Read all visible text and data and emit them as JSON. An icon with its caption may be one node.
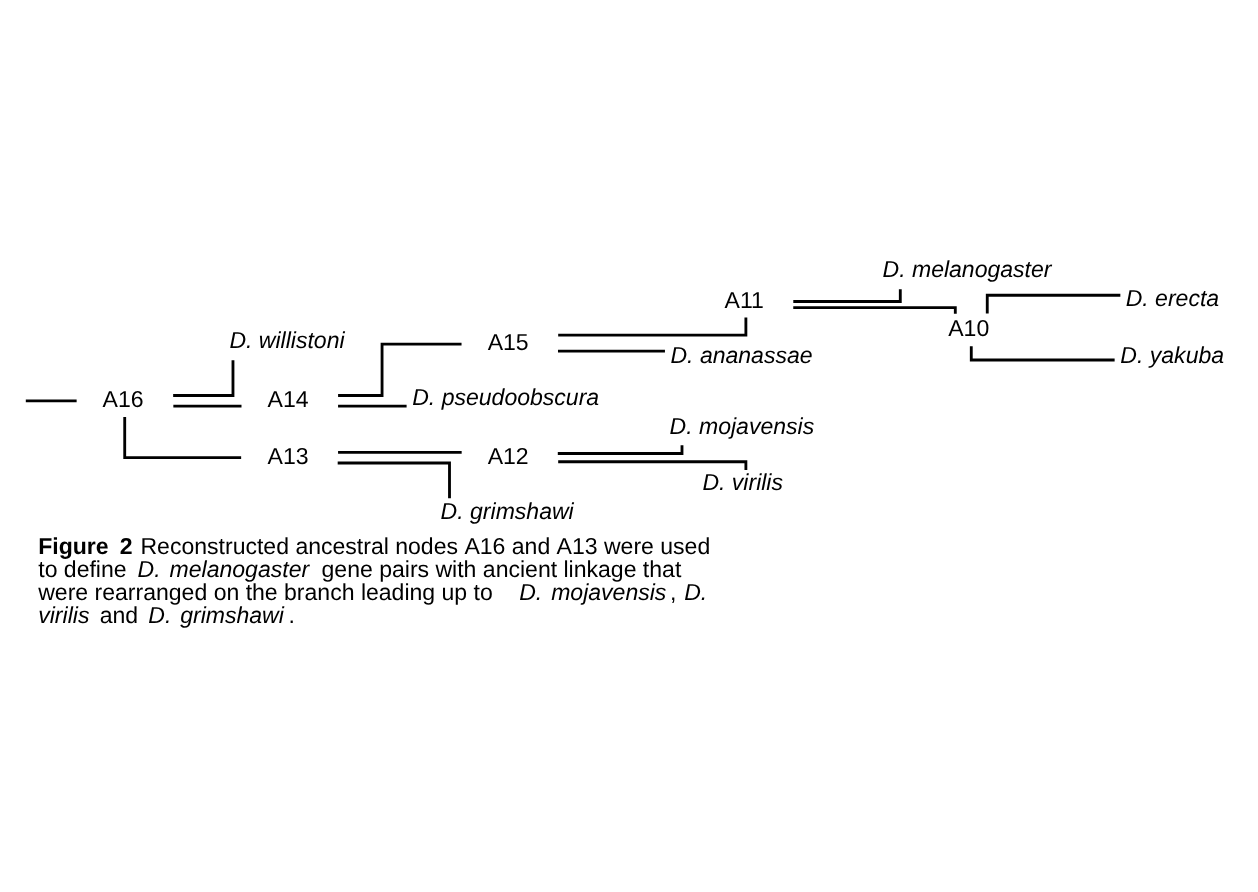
{
  "diagram": {
    "caption": "**Figure 2** Reconstructed ancestral nodes A16 and A13 were used to define *D. melanogaster* gene pairs with ancient linkage that were rearranged on the branch leading up to *D. mojavensis*, *D. virilis* and *D. grimshawi*.",
    "nodes": [
      {
        "text": [
          "D. willistoni"
        ]
      },
      {
        "text": [
          "D. melanogaster"
        ]
      },
      {
        "text": [
          "A11"
        ]
      },
      {
        "text": [
          "D. erecta"
        ]
      },
      {
        "text": [
          "A10"
        ]
      },
      {
        "text": [
          "D. yakuba"
        ]
      },
      {
        "text": [
          "A15"
        ]
      },
      {
        "text": [
          "A16"
        ]
      },
      {
        "text": [
          "A14"
        ]
      },
      {
        "text": [
          "D. ananassae"
        ]
      },
      {
        "text": [
          "D. pseudoobscura"
        ]
      },
      {
        "text": [
          "D. mojavensis"
        ]
      },
      {
        "text": [
          "A12"
        ]
      },
      {
        "text": [
          "D. virilis"
        ]
      },
      {
        "text": [
          "A13"
        ]
      },
      {
        "text": [
          "D. grimshawi"
        ]
      }
    ],
    "edges": [
      {
        "from": null,
        "to": 7,
        "arrow": "none"
      },
      {
        "from": 7,
        "to": 0,
        "arrow": "none"
      },
      {
        "from": 7,
        "to": 8,
        "arrow": "none"
      },
      {
        "from": 7,
        "to": 14,
        "arrow": "none"
      },
      {
        "from": 8,
        "to": 6,
        "arrow": "none"
      },
      {
        "from": 8,
        "to": 10,
        "arrow": "none"
      },
      {
        "from": 6,
        "to": 2,
        "arrow": "none"
      },
      {
        "from": 6,
        "to": 9,
        "arrow": "none"
      },
      {
        "from": 2,
        "to": 1,
        "arrow": "none"
      },
      {
        "from": 2,
        "to": 4,
        "arrow": "none"
      },
      {
        "from": 4,
        "to": 3,
        "arrow": "none"
      },
      {
        "from": 4,
        "to": 5,
        "arrow": "none"
      },
      {
        "from": 14,
        "to": 12,
        "arrow": "none"
      },
      {
        "from": 14,
        "to": 15,
        "arrow": "none"
      },
      {
        "from": 12,
        "to": 11,
        "arrow": "none"
      },
      {
        "from": 12,
        "to": 13,
        "arrow": "none"
      }
    ]
  }
}
